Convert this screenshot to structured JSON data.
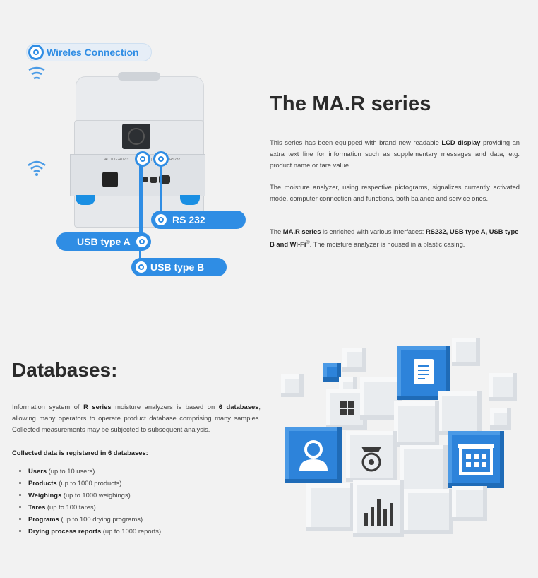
{
  "callouts": {
    "wireless": "Wireles Connection",
    "rs232": "RS 232",
    "usb_a": "USB type A",
    "usb_b": "USB type B"
  },
  "device": {
    "panel_label_1": "AC 100-240V ~",
    "panel_label_2": "USB A | USB B",
    "panel_label_3": "RS232"
  },
  "mar": {
    "title": "The MA.R series",
    "p1_pre": "This series has been equipped with brand new readable ",
    "p1_bold": "LCD display",
    "p1_post": " providing an extra text line for information such as supplementary messages and data, e.g. product name or tare value.",
    "p2": "The moisture analyzer, using respective pictograms, signalizes currently activated mode, computer connection and functions, both balance and service ones.",
    "p3_a": "The ",
    "p3_b": "MA.R series",
    "p3_c": " is enriched with various interfaces: ",
    "p3_d": "RS232, USB type A, USB type B and Wi-Fi",
    "p3_e": "®",
    "p3_f": ". The moisture analyzer is housed in a plastic casing."
  },
  "db": {
    "title": "Databases:",
    "p1_a": "Information system of ",
    "p1_b": "R series",
    "p1_c": " moisture analyzers is based on ",
    "p1_d": "6 databases",
    "p1_e": ", allowing many operators to operate product database comprising many samples. Collected measurements may be subjected to subsequent analysis.",
    "list_title": "Collected data is registered in 6 databases:",
    "items": [
      {
        "name": "Users",
        "detail": " (up to 10 users)"
      },
      {
        "name": "Products",
        "detail": " (up to 1000 products)"
      },
      {
        "name": "Weighings",
        "detail": " (up to 1000 weighings)"
      },
      {
        "name": "Tares",
        "detail": " (up to 100 tares)"
      },
      {
        "name": "Programs",
        "detail": " (up to 100 drying programs)"
      },
      {
        "name": "Drying process reports",
        "detail": " (up to 1000 reports)"
      }
    ]
  },
  "colors": {
    "accent": "#2f8de4",
    "background": "#f2f2f2",
    "heading": "#2b2b2b"
  },
  "icons": [
    "wifi-icon",
    "wireless-waves-icon",
    "connection-ring-icon",
    "document-icon",
    "grid-icon",
    "user-icon",
    "scale-icon",
    "building-icon",
    "bar-chart-icon"
  ]
}
